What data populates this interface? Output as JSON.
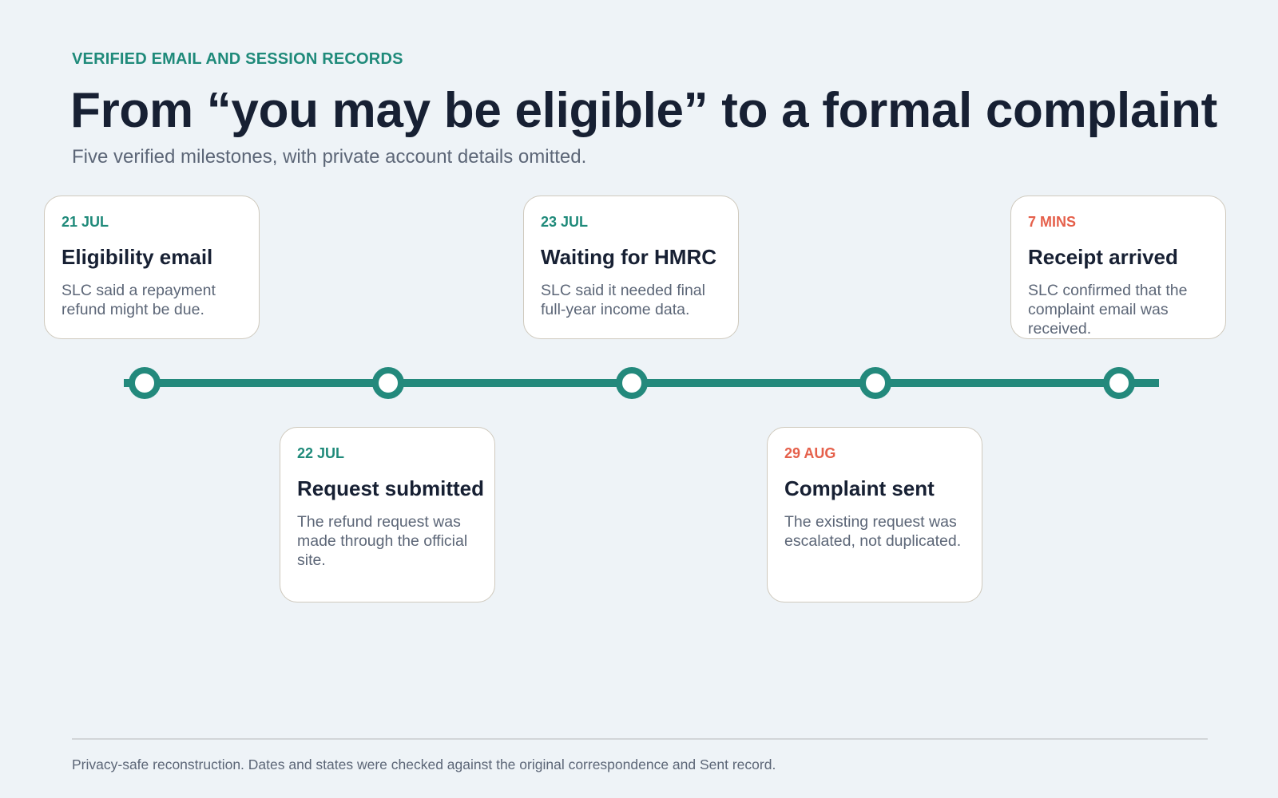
{
  "header": {
    "eyebrow": "VERIFIED EMAIL AND SESSION RECORDS",
    "title": "From “you may be eligible” to a formal complaint",
    "subtitle": "Five verified milestones, with private account details omitted."
  },
  "colors": {
    "accent": "#23897c",
    "alert": "#e5604b",
    "background": "#eef3f7"
  },
  "milestones": [
    {
      "date": "21 JUL",
      "title": "Eligibility email",
      "description": "SLC said a repayment refund might be due."
    },
    {
      "date": "22 JUL",
      "title": "Request submitted",
      "description": "The refund request was made through the official site."
    },
    {
      "date": "23 JUL",
      "title": "Waiting for HMRC",
      "description": "SLC said it needed final full-year income data."
    },
    {
      "date": "29 AUG",
      "title": "Complaint sent",
      "description": "The existing request was escalated, not duplicated."
    },
    {
      "date": "7 MINS",
      "title": "Receipt arrived",
      "description": "SLC confirmed that the complaint email was received."
    }
  ],
  "footer": {
    "note": "Privacy-safe reconstruction. Dates and states were checked against the original correspondence and Sent record."
  }
}
